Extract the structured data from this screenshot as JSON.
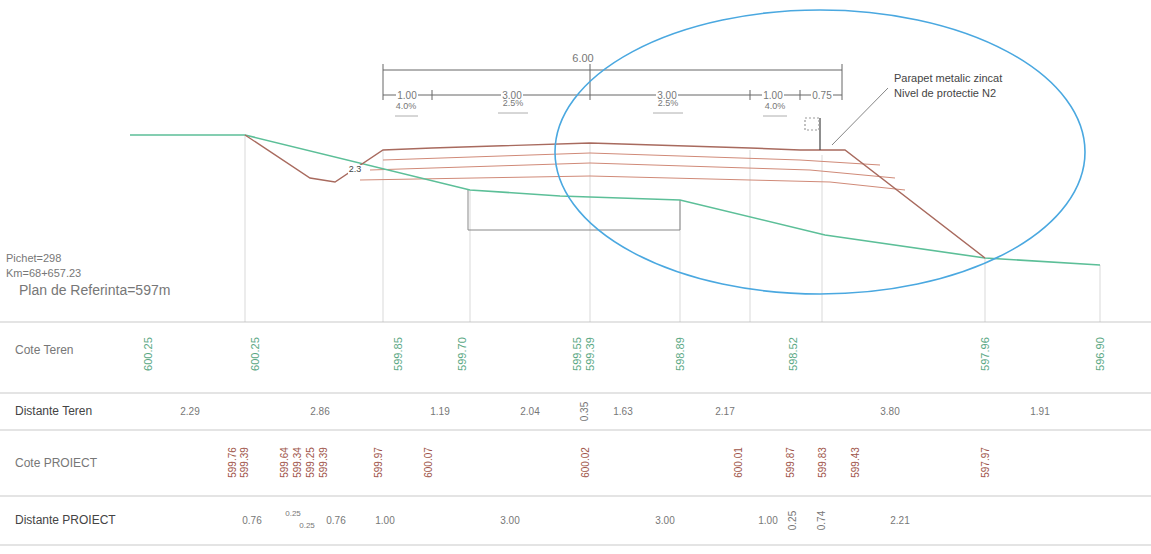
{
  "diagram": {
    "labels": [
      "6.00",
      "1.00",
      "3.00",
      "3.00",
      "1.00",
      "0.75",
      "4.0%",
      "2.5%",
      "2.5%",
      "4.0%",
      "2.3",
      "Parapet metalic zincat",
      "Nivel de protectie N2",
      "Pichet=298",
      "Km=68+657.23",
      "Plan de Referinta=597m",
      "Cote Teren",
      "Distante Teren",
      "Cote PROIECT",
      "Distante PROIECT",
      "600.25",
      "600.25",
      "599.85",
      "599.70",
      "599.55",
      "599.39",
      "598.89",
      "598.52",
      "597.96",
      "596.90",
      "2.29",
      "2.86",
      "1.19",
      "2.04",
      "0.35",
      "1.63",
      "2.17",
      "3.80",
      "1.91",
      "599.76",
      "599.39",
      "599.64",
      "599.34",
      "599.25",
      "599.39",
      "599.97",
      "600.07",
      "600.02",
      "600.01",
      "599.87",
      "599.83",
      "599.43",
      "597.97",
      "0.76",
      "0.25",
      "0.25",
      "0.76",
      "1.00",
      "3.00",
      "3.00",
      "1.00",
      "0.25",
      "0.74",
      "2.21"
    ]
  }
}
